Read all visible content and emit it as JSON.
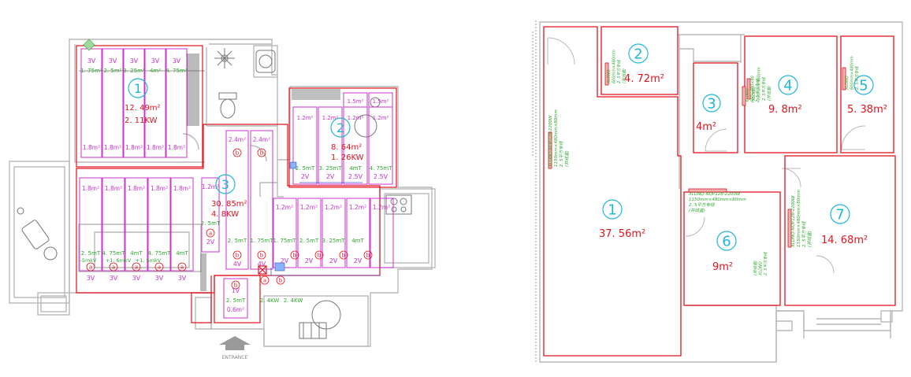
{
  "colors": {
    "wall": "#b9b9b9",
    "zone": "#e0141e",
    "heater": "#cc33cc",
    "label_green": "#2fa82f",
    "circle": "#1fb8d6"
  },
  "icons": [
    "entrance-arrow-icon",
    "plant-icon",
    "sink-icon",
    "toilet-icon",
    "stove-icon",
    "armchair-icon",
    "table-icon",
    "window-icon"
  ],
  "left_plan": {
    "entrance": "ENTRANCE",
    "zones": [
      {
        "num": "1",
        "area": "12. 49m²",
        "power": "2. 11KW"
      },
      {
        "num": "2",
        "area": "8. 64m²",
        "power": "1. 26KW"
      },
      {
        "num": "3",
        "area": "30. 85m²",
        "power": "4. 8KW"
      }
    ],
    "room1": {
      "top_volts": [
        "3V",
        "3V",
        "3V",
        "3V",
        "3V"
      ],
      "top_sizes": [
        "1. 75m²",
        "2. 5m²",
        "3. 25m²",
        "4m²",
        "4. 75m²"
      ],
      "pads": [
        "1.8m²",
        "1.8m²",
        "1.8m²",
        "1.8m²",
        "1.8m²"
      ]
    },
    "room2": {
      "pads": [
        "1.2m²",
        "1.2m²",
        "1.2m²",
        "1.2m²"
      ],
      "small_pads": [
        "1.5m²",
        "1.5m²"
      ],
      "sizes": [
        "2. 5mT",
        "3. 25mT",
        "4mT",
        "4. 75mT"
      ],
      "volts": [
        "2V",
        "2V",
        "2.5V",
        "2.5V"
      ]
    },
    "room3": {
      "living_pads": [
        "1.8m²",
        "1.8m²",
        "1.8m²",
        "1.8m²",
        "1.8m²"
      ],
      "bottom_sizes": [
        "2. 5mT",
        "4. 75mT",
        "4mT",
        "4. 75mT",
        "4mT"
      ],
      "bottom_notes": [
        "-5mkV",
        "+1. 6mkV",
        "+1. 5mkV"
      ],
      "bottom_volts": [
        "3V",
        "3V",
        "3V",
        "3V",
        "3V"
      ],
      "bottom_marks": [
        "a",
        "a",
        "a",
        "a",
        "a"
      ],
      "corridor_pads": [
        "2.4m²",
        "2.4m²"
      ],
      "corridor_marks": [
        "b",
        "b"
      ],
      "corridor_sizes": [
        "2. 5mT",
        "1. 75mT"
      ],
      "corridor_volts": [
        "4V",
        "4V"
      ],
      "corridor_bottom_marks": [
        "b",
        "b"
      ],
      "side_pad": "1.2m²",
      "side_size": "2. 5mT",
      "side_volt": "2V",
      "side_mark": "a",
      "dining_pads": [
        "1.2m²",
        "1.2m²",
        "1.2m²",
        "1.2m²",
        "1.2m²"
      ],
      "dining_sizes": [
        "1. 75mT",
        "2. 5mT",
        "3. 25mT",
        "4mT"
      ],
      "dining_volts": [
        "2V",
        "2V",
        "2V",
        "2V"
      ],
      "dining_marks": [
        "b",
        "b",
        "b",
        "b"
      ],
      "connector_marks": [
        "a",
        "b"
      ],
      "entry_mark": "b",
      "entry_size": "2. 5mT",
      "entry_area": "0.6m²",
      "entry_volt": "1V",
      "power_labels": [
        "2. 4KW",
        "2. 4KW"
      ]
    }
  },
  "right_plan": {
    "zones": [
      {
        "num": "1",
        "area": "37. 56m²"
      },
      {
        "num": "2",
        "area": "4. 72m²"
      },
      {
        "num": "3",
        "area": "4m²"
      },
      {
        "num": "4",
        "area": "9. 8m²"
      },
      {
        "num": "5",
        "area": "5. 38m²"
      },
      {
        "num": "6",
        "area": "9m²"
      },
      {
        "num": "7",
        "area": "14. 68m²"
      }
    ],
    "notes": {
      "n1": [
        "XLDNQ-NQP128-2200W",
        "1150mm×480mm×80mm",
        "2. 5平方专线",
        "(并线盒)"
      ],
      "n6": [
        "XLDNQ-NQP128-2200W",
        "1150mm×480mm×80mm",
        "2. 5平方专线",
        "(并线盒)"
      ],
      "n7": [
        "XLDNQ-NQP128-2200W",
        "1150mm×480mm×80mm",
        "2. 5平方专线",
        "(并线盒)"
      ],
      "n2": [
        "XLDNQ",
        "600mm×480mm",
        "2. 5平方专线",
        "(并线盒)"
      ],
      "n3": [
        "XLDNQ",
        "600×480×80",
        "2. 5平方专线"
      ],
      "n4": [
        "XLDNQ",
        "700mm×480mm",
        "2. 5平方专线",
        "(并线盒)"
      ],
      "n5": [
        "XLDNQ",
        "600mm×480mm",
        "2. 5平方专线"
      ],
      "n6b": [
        "(并线盒)",
        "XLDNQ",
        "2. 5平方专线"
      ]
    }
  }
}
